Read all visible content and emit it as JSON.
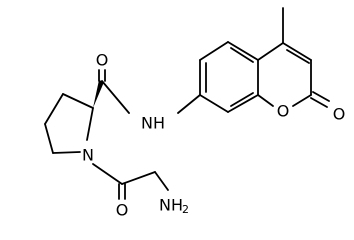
{
  "molecule": {
    "atoms": {
      "carbonyl_o": "O",
      "amide_n": "NH",
      "ring_n": "N",
      "glycyl_o": "O",
      "amine_n": "NH",
      "amine_sub": "2",
      "ring_o": "O",
      "keto_o": "O"
    }
  }
}
